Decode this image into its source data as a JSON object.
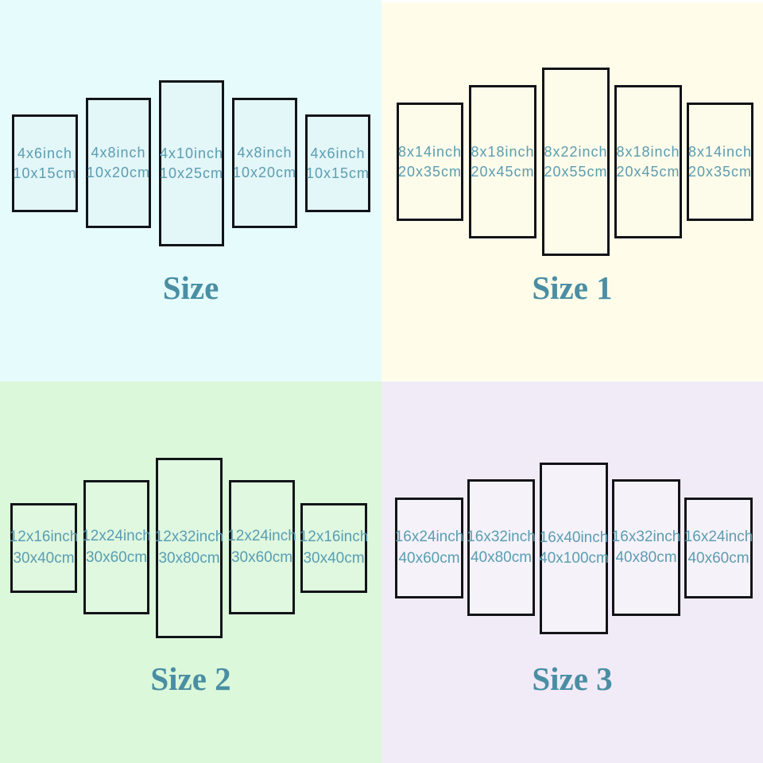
{
  "colors": {
    "panel_border": "#121418",
    "label_text": "#5b9db1",
    "title_text": "#4a8ea3",
    "quadrant_backgrounds": [
      "#e6fbfc",
      "#fffdea",
      "#dbf8da",
      "#f1ebf7"
    ]
  },
  "quadrants": [
    {
      "title": "Size",
      "bg": "#e6fbfc",
      "panel_fill": "#e3f6f8",
      "panels": [
        {
          "line1": "4x6inch",
          "line2": "10x15cm"
        },
        {
          "line1": "4x8inch",
          "line2": "10x20cm"
        },
        {
          "line1": "4x10inch",
          "line2": "10x25cm"
        },
        {
          "line1": "4x8inch",
          "line2": "10x20cm"
        },
        {
          "line1": "4x6inch",
          "line2": "10x15cm"
        }
      ]
    },
    {
      "title": "Size 1",
      "bg": "#fffdea",
      "panel_fill": "#fdfbea",
      "panels": [
        {
          "line1": "8x14inch",
          "line2": "20x35cm"
        },
        {
          "line1": "8x18inch",
          "line2": "20x45cm"
        },
        {
          "line1": "8x22inch",
          "line2": "20x55cm"
        },
        {
          "line1": "8x18inch",
          "line2": "20x45cm"
        },
        {
          "line1": "8x14inch",
          "line2": "20x35cm"
        }
      ]
    },
    {
      "title": "Size 2",
      "bg": "#dbf8da",
      "panel_fill": "#dff8df",
      "panels": [
        {
          "line1": "12x16inch",
          "line2": "30x40cm"
        },
        {
          "line1": "12x24inch",
          "line2": "30x60cm"
        },
        {
          "line1": "12x32inch",
          "line2": "30x80cm"
        },
        {
          "line1": "12x24inch",
          "line2": "30x60cm"
        },
        {
          "line1": "12x16inch",
          "line2": "30x40cm"
        }
      ]
    },
    {
      "title": "Size 3",
      "bg": "#f1ebf7",
      "panel_fill": "#f6f2f9",
      "panels": [
        {
          "line1": "16x24inch",
          "line2": "40x60cm"
        },
        {
          "line1": "16x32inch",
          "line2": "40x80cm"
        },
        {
          "line1": "16x40inch",
          "line2": "40x100cm"
        },
        {
          "line1": "16x32inch",
          "line2": "40x80cm"
        },
        {
          "line1": "16x24inch",
          "line2": "40x60cm"
        }
      ]
    }
  ]
}
